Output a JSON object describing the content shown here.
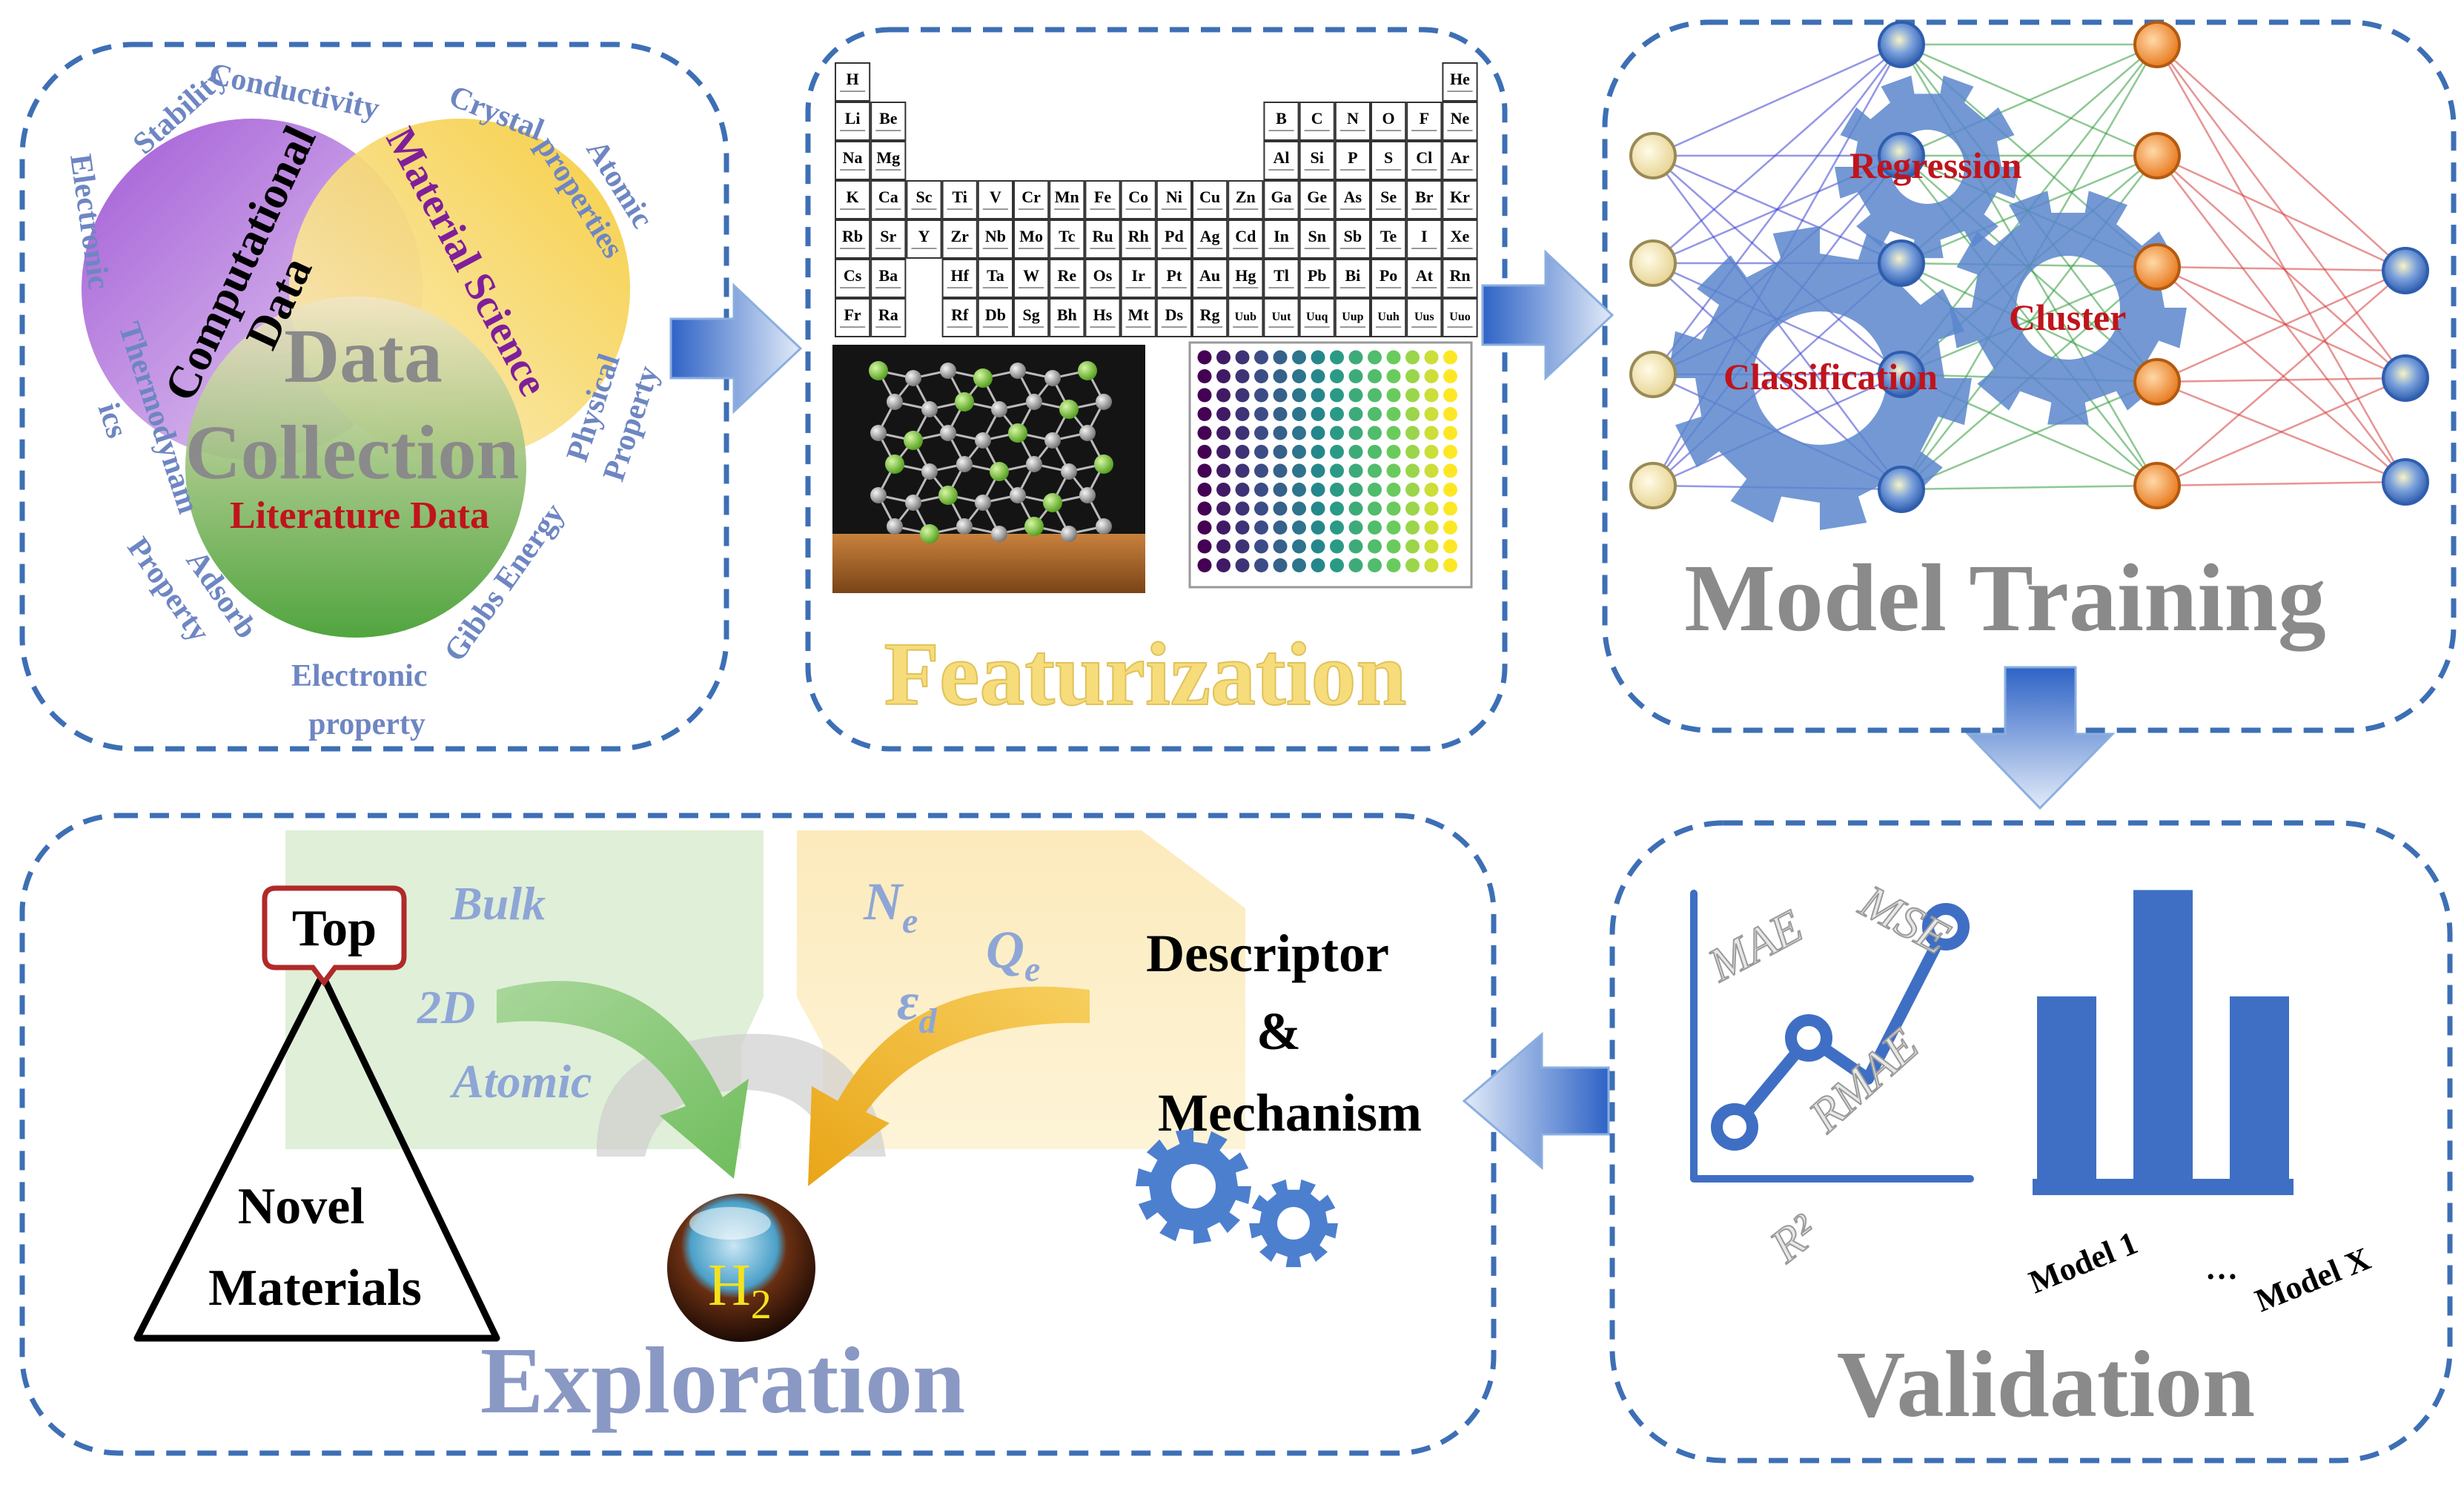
{
  "panels": {
    "data_collection": {
      "title": [
        "Data",
        "Collection"
      ],
      "circles": {
        "computational": [
          "Computational",
          "Data"
        ],
        "material_science": "Material Science",
        "literature": "Literature Data"
      },
      "ring_labels": {
        "stability": "Stability",
        "conductivity": "Conductivity",
        "crystal": "Crystal",
        "atomic_properties": [
          "Atomic",
          "properties"
        ],
        "physical_property": [
          "Physical",
          "Property"
        ],
        "gibbs_energy": "Gibbs Energy",
        "electronic_property": [
          "Electronic",
          "property"
        ],
        "adsorb_property": [
          "Adsorb",
          "Property"
        ],
        "thermodynamics": [
          "Thermodynam",
          "ics"
        ],
        "electronic": "Electronic"
      }
    },
    "featurization": {
      "title": "Featurization",
      "periodic_table_rows": [
        [
          "H",
          "",
          "",
          "",
          "",
          "",
          "",
          "",
          "",
          "",
          "",
          "",
          "",
          "",
          "",
          "",
          "",
          "He"
        ],
        [
          "Li",
          "Be",
          "",
          "",
          "",
          "",
          "",
          "",
          "",
          "",
          "",
          "",
          "B",
          "C",
          "N",
          "O",
          "F",
          "Ne"
        ],
        [
          "Na",
          "Mg",
          "",
          "",
          "",
          "",
          "",
          "",
          "",
          "",
          "",
          "",
          "Al",
          "Si",
          "P",
          "S",
          "Cl",
          "Ar"
        ],
        [
          "K",
          "Ca",
          "Sc",
          "Ti",
          "V",
          "Cr",
          "Mn",
          "Fe",
          "Co",
          "Ni",
          "Cu",
          "Zn",
          "Ga",
          "Ge",
          "As",
          "Se",
          "Br",
          "Kr"
        ],
        [
          "Rb",
          "Sr",
          "Y",
          "Zr",
          "Nb",
          "Mo",
          "Tc",
          "Ru",
          "Rh",
          "Pd",
          "Ag",
          "Cd",
          "In",
          "Sn",
          "Sb",
          "Te",
          "I",
          "Xe"
        ],
        [
          "Cs",
          "Ba",
          "",
          "Hf",
          "Ta",
          "W",
          "Re",
          "Os",
          "Ir",
          "Pt",
          "Au",
          "Hg",
          "Tl",
          "Pb",
          "Bi",
          "Po",
          "At",
          "Rn"
        ],
        [
          "Fr",
          "Ra",
          "",
          "Rf",
          "Db",
          "Sg",
          "Bh",
          "Hs",
          "Mt",
          "Ds",
          "Rg",
          "Uub",
          "Uut",
          "Uuq",
          "Uup",
          "Uuh",
          "Uus",
          "Uuo"
        ]
      ]
    },
    "model_training": {
      "title": "Model Training",
      "labels": {
        "regression": "Regression",
        "classification": "Classification",
        "cluster": "Cluster"
      }
    },
    "validation": {
      "title": "Validation",
      "metrics": {
        "mae": "MAE",
        "mse": "MSE",
        "rmae": "RMAE",
        "r2": "R²"
      },
      "model_labels": {
        "first": "Model 1",
        "ellipsis": "…",
        "last": "Model X"
      },
      "bar_values": [
        0.6,
        0.95,
        0.6
      ]
    },
    "exploration": {
      "title": "Exploration",
      "triangle": {
        "top": "Top",
        "bottom": [
          "Novel",
          "Materials"
        ]
      },
      "green_labels": {
        "bulk": "Bulk",
        "two_d": "2D",
        "atomic": "Atomic"
      },
      "yellow_labels": {
        "ne": "N",
        "ne_sub": "e",
        "qe": "Q",
        "qe_sub": "e",
        "ed": "ε",
        "ed_sub": "d"
      },
      "descriptor": [
        "Descriptor",
        "&",
        "Mechanism"
      ],
      "molecule": {
        "base": "H",
        "sub": "2"
      }
    }
  },
  "colors": {
    "panel_border": "#3d6fb5",
    "arrow_blue": "#4a7ccd",
    "icon_blue": "#4d7fcf",
    "ring_text": "#6e86c2",
    "title_gray": "#8a8a8a",
    "featurization_title": "#f6dc7a",
    "exploration_title": "#8a98c4",
    "red_text": "#c0141c",
    "purple_text": "#7f1f9a"
  }
}
